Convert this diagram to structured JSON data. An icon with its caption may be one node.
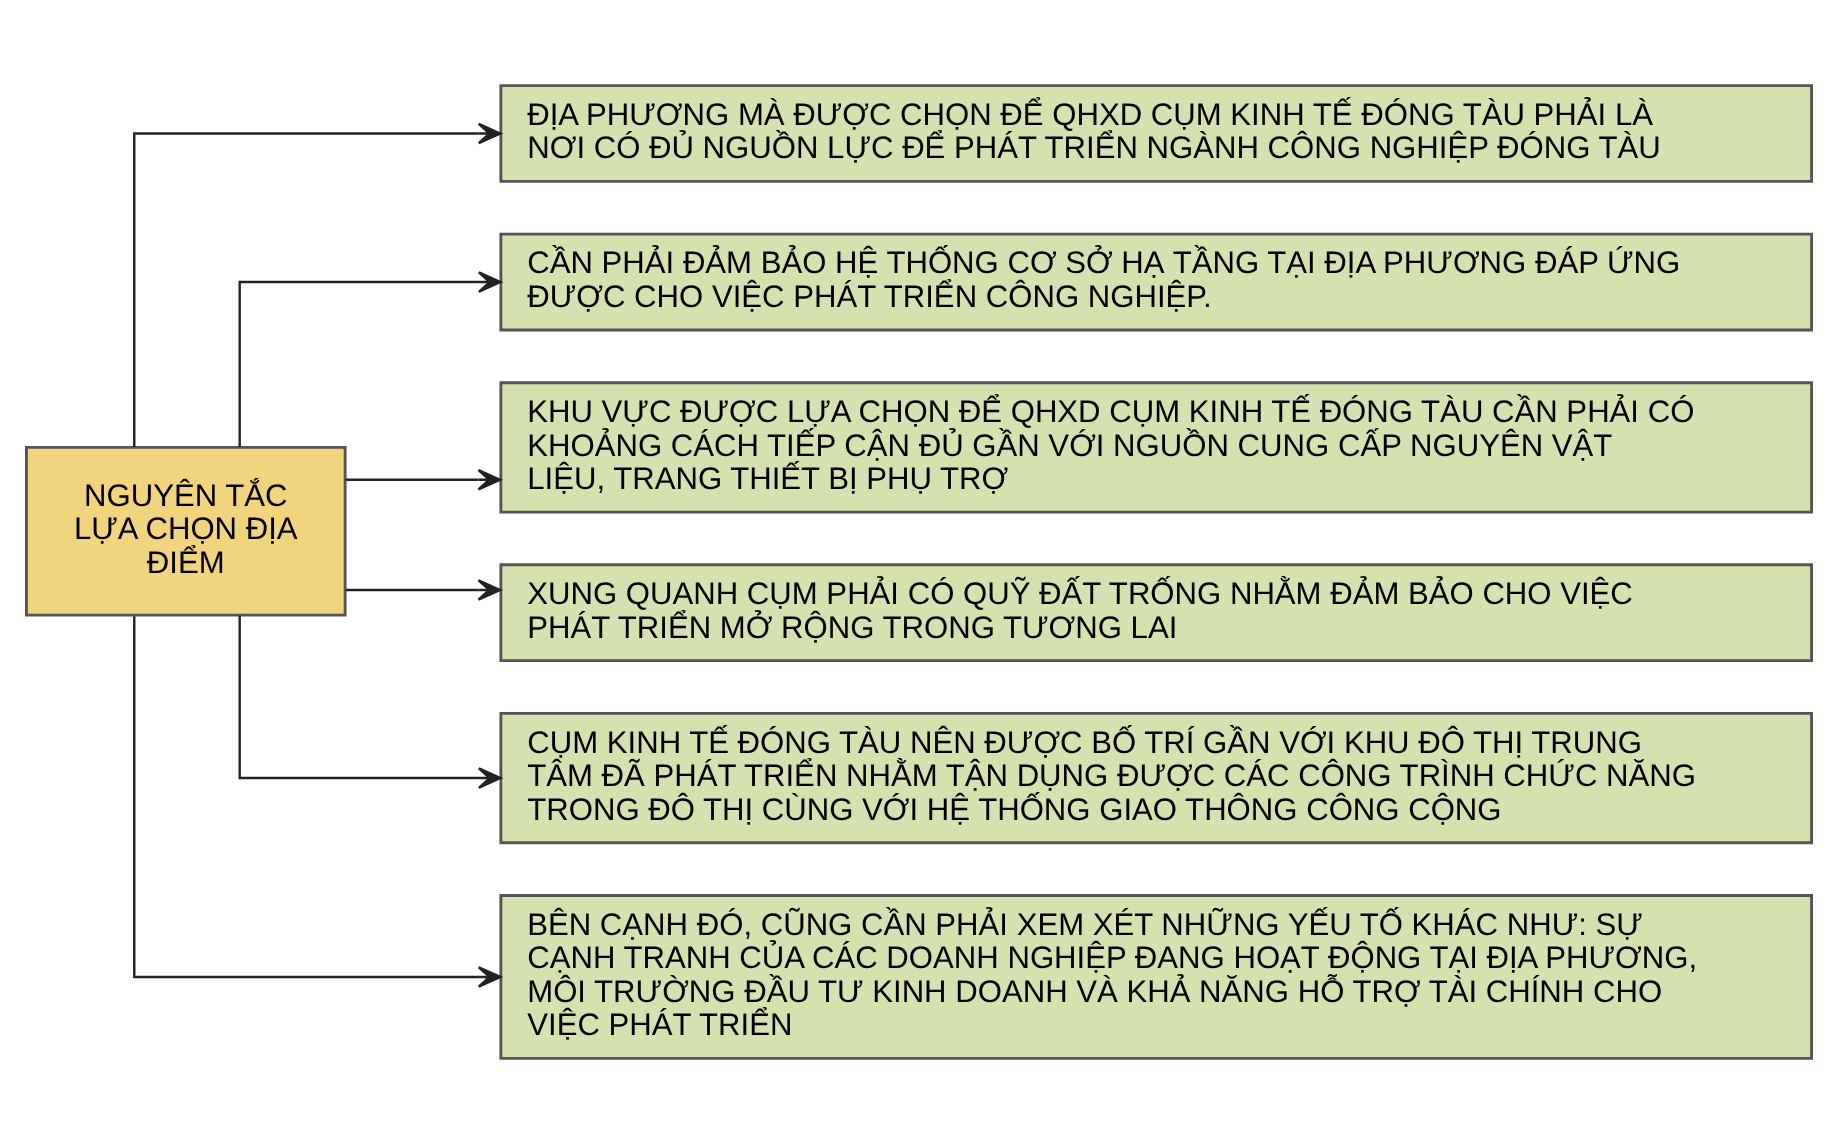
{
  "diagram": {
    "nodes": [
      {
        "text": [
          "NGUYÊN TẮC LỰA CHỌN ĐỊA ĐIỂM"
        ]
      },
      {
        "text": [
          "ĐỊA PHƯƠNG MÀ ĐƯỢC CHỌN ĐỂ QHXD CỤM KINH TẾ ĐÓNG TÀU PHẢI LÀ NƠI CÓ ĐỦ NGUỒN LỰC ĐỂ PHÁT TRIỂN NGÀNH CÔNG NGHIỆP ĐÓNG TÀU"
        ]
      },
      {
        "text": [
          "CẦN PHẢI ĐẢM BẢO HỆ THỐNG CƠ SỞ HẠ TẦNG TẠI ĐỊA PHƯƠNG ĐÁP ỨNG ĐƯỢC CHO VIỆC PHÁT TRIỂN CÔNG NGHIỆP."
        ]
      },
      {
        "text": [
          "KHU VỰC ĐƯỢC LỰA CHỌN ĐỂ QHXD CỤM KINH TẾ ĐÓNG TÀU CẦN PHẢI CÓ KHOẢNG CÁCH TIẾP CẬN ĐỦ GẦN VỚI NGUỒN CUNG CẤP NGUYÊN VẬT LIỆU, TRANG THIẾT BỊ PHỤ TRỢ"
        ]
      },
      {
        "text": [
          "XUNG QUANH CỤM PHẢI CÓ QUỸ ĐẤT TRỐNG NHẰM ĐẢM BẢO CHO VIỆC PHÁT TRIỂN MỞ RỘNG TRONG TƯƠNG LAI"
        ]
      },
      {
        "text": [
          "CỤM KINH TẾ ĐÓNG TÀU NÊN ĐƯỢC BỐ TRÍ GẦN VỚI KHU ĐÔ THỊ TRUNG TÂM ĐÃ PHÁT TRIỂN NHẰM TẬN DỤNG ĐƯỢC CÁC CÔNG TRÌNH CHỨC NĂNG TRONG ĐÔ THỊ CÙNG VỚI HỆ THỐNG GIAO THÔNG CÔNG CỘNG"
        ]
      },
      {
        "text": [
          "BÊN CẠNH ĐÓ, CŨNG CẦN PHẢI XEM XÉT NHỮNG YẾU TỐ KHÁC NHƯ: SỰ CẠNH TRANH CỦA CÁC DOANH NGHIỆP ĐANG HOẠT ĐỘNG TẠI ĐỊA PHƯƠNG, MÔI TRƯỜNG ĐẦU TƯ KINH DOANH VÀ KHẢ NĂNG HỖ TRỢ TÀI CHÍNH CHO VIỆC PHÁT TRIỂN"
        ]
      }
    ],
    "edges": [
      {
        "from": 0,
        "to": 1,
        "arrow": "to"
      },
      {
        "from": 0,
        "to": 2,
        "arrow": "to"
      },
      {
        "from": 0,
        "to": 3,
        "arrow": "to"
      },
      {
        "from": 0,
        "to": 4,
        "arrow": "to"
      },
      {
        "from": 0,
        "to": 5,
        "arrow": "to"
      },
      {
        "from": 0,
        "to": 6,
        "arrow": "to"
      }
    ]
  }
}
